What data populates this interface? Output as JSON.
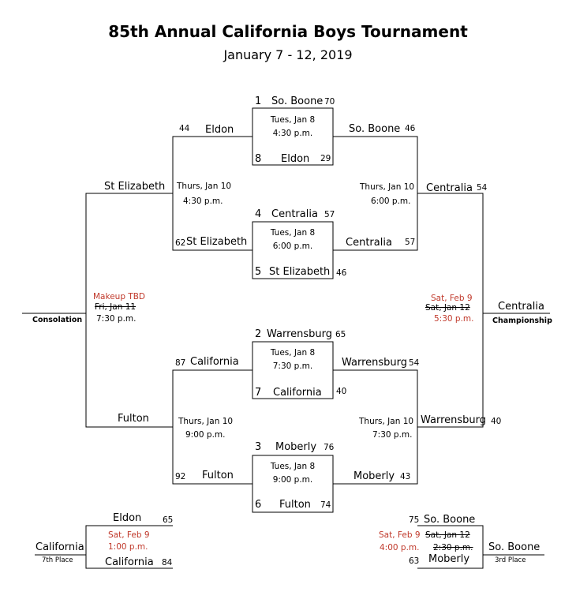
{
  "title": "85th Annual California Boys Tournament",
  "subtitle": "January 7 - 12, 2019",
  "first_round": [
    {
      "seed_top": "1",
      "team_top": "So. Boone",
      "score_top": "70",
      "date": "Tues, Jan 8",
      "time": "4:30 p.m.",
      "seed_bottom": "8",
      "team_bottom": "Eldon",
      "score_bottom": "29"
    },
    {
      "seed_top": "4",
      "team_top": "Centralia",
      "score_top": "57",
      "date": "Tues, Jan 8",
      "time": "6:00 p.m.",
      "seed_bottom": "5",
      "team_bottom": "St Elizabeth",
      "score_bottom": "46"
    },
    {
      "seed_top": "2",
      "team_top": "Warrensburg",
      "score_top": "65",
      "date": "Tues, Jan 8",
      "time": "7:30 p.m.",
      "seed_bottom": "7",
      "team_bottom": "California",
      "score_bottom": "40"
    },
    {
      "seed_top": "3",
      "team_top": "Moberly",
      "score_top": "76",
      "date": "Tues, Jan 8",
      "time": "9:00 p.m.",
      "seed_bottom": "6",
      "team_bottom": "Fulton",
      "score_bottom": "74"
    }
  ],
  "consolation_semis": [
    {
      "top_score": "44",
      "top_team": "Eldon",
      "date": "Thurs, Jan 10",
      "time": "4:30 p.m.",
      "bottom_score": "62",
      "bottom_team": "St Elizabeth"
    },
    {
      "top_score": "87",
      "top_team": "California",
      "date": "Thurs, Jan 10",
      "time": "9:00 p.m.",
      "bottom_score": "92",
      "bottom_team": "Fulton"
    }
  ],
  "winner_semis": [
    {
      "top_team": "So. Boone",
      "top_score": "46",
      "date": "Thurs, Jan 10",
      "time": "6:00 p.m.",
      "bottom_team": "Centralia",
      "bottom_score": "57"
    },
    {
      "top_team": "Warrensburg",
      "top_score": "54",
      "date": "Thurs, Jan 10",
      "time": "7:30 p.m.",
      "bottom_team": "Moberly",
      "bottom_score": "43"
    }
  ],
  "consolation_final": {
    "top_team": "St Elizabeth",
    "bottom_team": "Fulton",
    "note_red": "Makeup TBD",
    "old_date": "Fri, Jan 11",
    "time": "7:30 p.m.",
    "label": "Consolation"
  },
  "championship": {
    "top_team": "Centralia",
    "top_score": "54",
    "bottom_team": "Warrensburg",
    "bottom_score": "40",
    "new_date": "Sat, Feb 9",
    "old_date": "Sat, Jan 12",
    "time": "5:30 p.m.",
    "winner": "Centralia",
    "label": "Championship"
  },
  "seventh_place": {
    "top_team": "Eldon",
    "top_score": "65",
    "new_date": "Sat, Feb 9",
    "time": "1:00 p.m.",
    "bottom_team": "California",
    "bottom_score": "84",
    "winner": "California",
    "label": "7th Place"
  },
  "third_place": {
    "top_score": "75",
    "top_team": "So. Boone",
    "new_date": "Sat, Feb 9",
    "new_time": "4:00 p.m.",
    "old_date": "Sat, Jan 12",
    "old_time": "2:30 p.m.",
    "bottom_score": "63",
    "bottom_team": "Moberly",
    "winner": "So. Boone",
    "label": "3rd Place"
  }
}
